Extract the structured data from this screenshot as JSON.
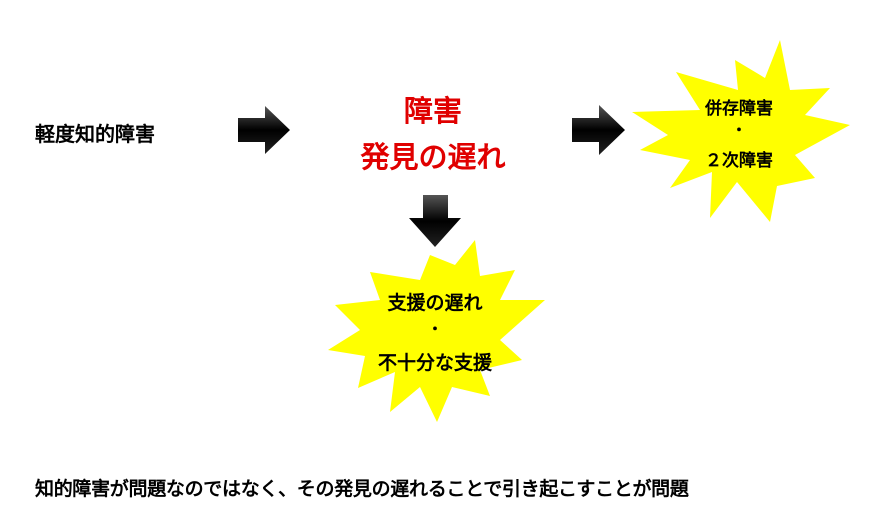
{
  "start_label": "軽度知的障害",
  "center": {
    "line1": "障害",
    "line2": "発見の遅れ",
    "color": "#e00000"
  },
  "burst_right": {
    "line1": "併存障害",
    "dot": "・",
    "line2": "２次障害",
    "color": "#ffff00"
  },
  "burst_bottom": {
    "line1": "支援の遅れ",
    "dot": "・",
    "line2": "不十分な支援",
    "color": "#ffff00"
  },
  "footer": "知的障害が問題なのではなく、その発見の遅れることで引き起こすことが問題"
}
